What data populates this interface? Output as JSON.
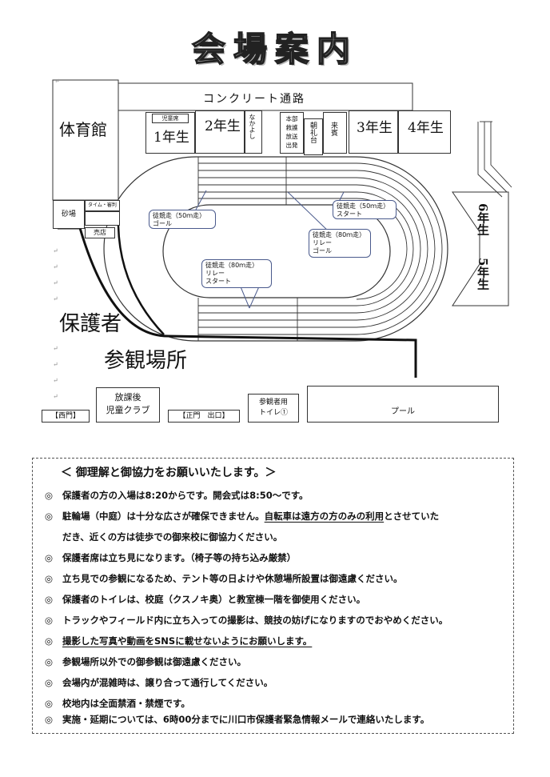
{
  "title": "会場案内",
  "map": {
    "concrete_path": "コンクリート通路",
    "gym": "体育館",
    "grade1": "1年生",
    "grade2": "2年生",
    "grade3": "3年生",
    "grade4": "4年生",
    "grade6": "6年生",
    "grade5": "5年生",
    "child_seat": "児童席",
    "grade2_side": "なかよし",
    "hq_lines": [
      "本部",
      "救護",
      "放送",
      "出発"
    ],
    "podium": "朝礼台",
    "guest": "来賓",
    "sandpit": "砂場",
    "timing": "タイム・審判",
    "shop": "売店",
    "callouts": {
      "c50_goal": [
        "徒競走（50ｍ走）",
        "ゴール"
      ],
      "c50_start": [
        "徒競走（50ｍ走）",
        "スタート"
      ],
      "c80_goal": [
        "徒競走（80ｍ走）",
        "リレー",
        "ゴール"
      ],
      "c80_start": [
        "徒競走（80ｍ走）",
        "リレー",
        "スタート"
      ]
    },
    "parents": "保護者",
    "viewing_area": "参観場所",
    "after_school_1": "放課後",
    "after_school_2": "児童クラブ",
    "west_gate": "【西門】",
    "main_gate": "【正門　出口】",
    "restroom_1": "参観者用",
    "restroom_2": "トイレ①",
    "pool": "プール"
  },
  "notice": {
    "heading": "＜ 御理解と御協力をお願いいたします。＞",
    "bullet": "◎",
    "items": [
      "保護者の方の入場は8:20からです。開会式は8:50～です。",
      "駐輪場（中庭）は十分な広さが確保できません。",
      "自転車は遠方の方のみの利用",
      "とさせていた",
      "だき、近くの方は徒歩での御来校に御協力ください。",
      "保護者席は立ち見になります。（椅子等の持ち込み厳禁）",
      "立ち見での参観になるため、テント等の日よけや休憩場所設置は御遠慮ください。",
      "保護者のトイレは、校庭（クスノキ奥）と教室棟一階を御使用ください。",
      "トラックやフィールド内に立ち入っての撮影は、競技の妨げになりますのでおやめください。",
      "撮影した写真や動画をSNSに載せないようにお願いします。",
      "参観場所以外での御参観は御遠慮ください。",
      "会場内が混雑時は、譲り合って通行してください。",
      "校地内は全面禁酒・禁煙です。",
      "実施・延期については、6時00分までに川口市保護者緊急情報メールで連絡いたします。"
    ]
  }
}
